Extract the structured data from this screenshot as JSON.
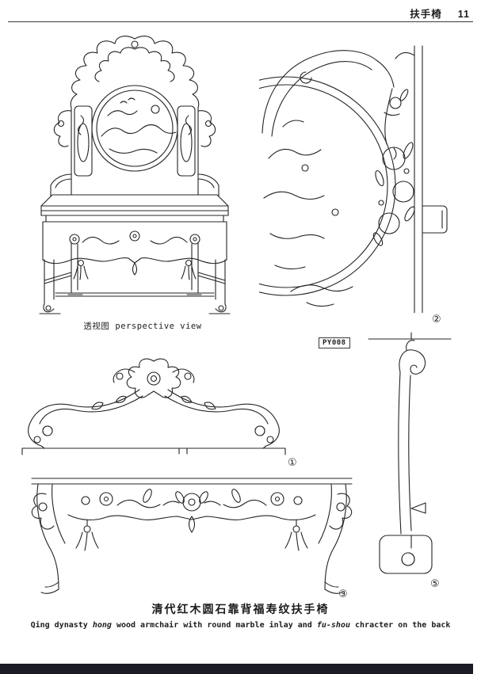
{
  "header": {
    "title": "扶手椅",
    "page_number": "11"
  },
  "perspective": {
    "caption_cn": "透视图",
    "caption_en": "perspective view"
  },
  "code_label": "PY008",
  "markers": {
    "detail1": "①",
    "detail2": "②",
    "detail3": "③",
    "detail5": "⑤"
  },
  "captions": {
    "cn": "清代红木圆石靠背福寿纹扶手椅",
    "en_parts": [
      "Qing dynasty ",
      "hong",
      " wood armchair with round marble inlay and ",
      "fu-shou",
      " chracter on the back"
    ]
  },
  "colors": {
    "ink": "#222222",
    "footer_bar": "#1b1b24"
  }
}
